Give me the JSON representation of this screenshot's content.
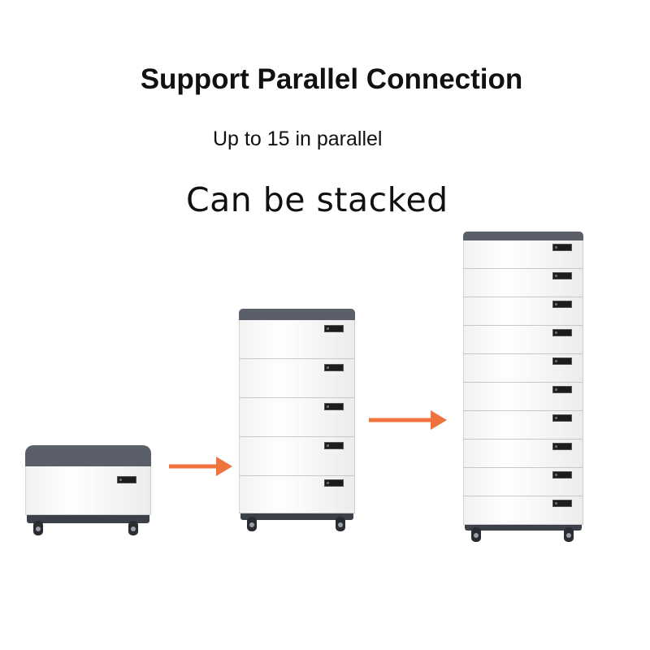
{
  "header": {
    "title": "Support Parallel Connection",
    "subtitle": "Up to 15 in parallel",
    "stack_caption": "Can be stacked"
  },
  "stacks": [
    {
      "modules": 1
    },
    {
      "modules": 5
    },
    {
      "modules": 10
    }
  ],
  "colors": {
    "arrow": "#f0733d",
    "lid": "#5a5f6a",
    "module": "#f7f7f7",
    "display": "#1c1c1c"
  },
  "icons": [
    "arrow-right-icon",
    "arrow-right-icon"
  ]
}
